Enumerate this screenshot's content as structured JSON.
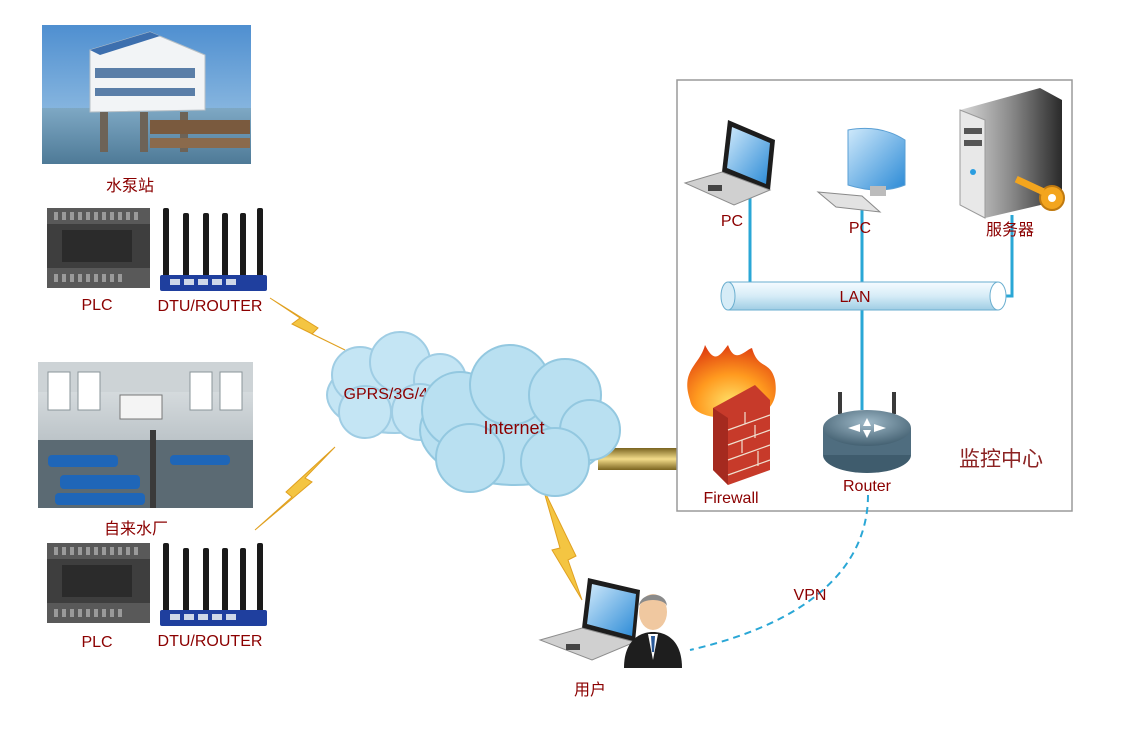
{
  "sites": {
    "pump_station": {
      "label": "水泵站"
    },
    "water_plant": {
      "label": "自来水厂"
    }
  },
  "devices": {
    "plc_top": "PLC",
    "dtu_top": "DTU/ROUTER",
    "plc_bottom": "PLC",
    "dtu_bottom": "DTU/ROUTER"
  },
  "network": {
    "gprs": "GPRS/3G/4G",
    "internet": "Internet",
    "vpn": "VPN"
  },
  "monitoring_center": {
    "title": "监控中心",
    "pc1": "PC",
    "pc2": "PC",
    "server": "服务器",
    "lan": "LAN",
    "firewall": "Firewall",
    "router": "Router"
  },
  "user": {
    "label": "用户"
  },
  "colors": {
    "label_red": "#8b0000",
    "link_blue": "#2aa7d6",
    "lightning": "#f0c040",
    "cloud": "#bfe3f2",
    "trunk": "#c9a94a"
  }
}
